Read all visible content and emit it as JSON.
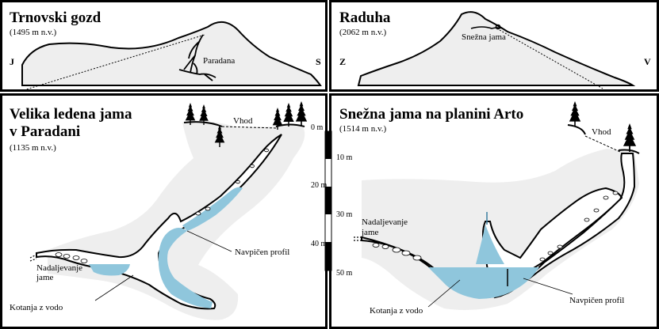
{
  "panels": {
    "trnovski": {
      "title": "Trnovski gozd",
      "altitude": "(1495 m n.v.)",
      "left_dir": "J",
      "right_dir": "S",
      "cave_label": "Paradana"
    },
    "raduha": {
      "title": "Raduha",
      "altitude": "(2062 m n.v.)",
      "left_dir": "Z",
      "right_dir": "V",
      "cave_label": "Snežna jama"
    },
    "paradana": {
      "title_line1": "Velika ledena jama",
      "title_line2": "v Paradani",
      "altitude": "(1135 m n.v.)",
      "entrance": "Vhod",
      "continuation_line1": "Nadaljevanje",
      "continuation_line2": "jame",
      "pools": "Kotanja z vodo",
      "profile": "Navpičen profil"
    },
    "arto": {
      "title": "Snežna jama na planini Arto",
      "altitude": "(1514 m n.v.)",
      "entrance": "Vhod",
      "continuation_line1": "Nadaljevanje",
      "continuation_line2": "jame",
      "pools": "Kotanja z vodo",
      "profile": "Navpičen profil"
    }
  },
  "depth_scale": {
    "labels": [
      "0 m",
      "10 m",
      "20 m",
      "30 m",
      "40 m",
      "50 m"
    ]
  }
}
